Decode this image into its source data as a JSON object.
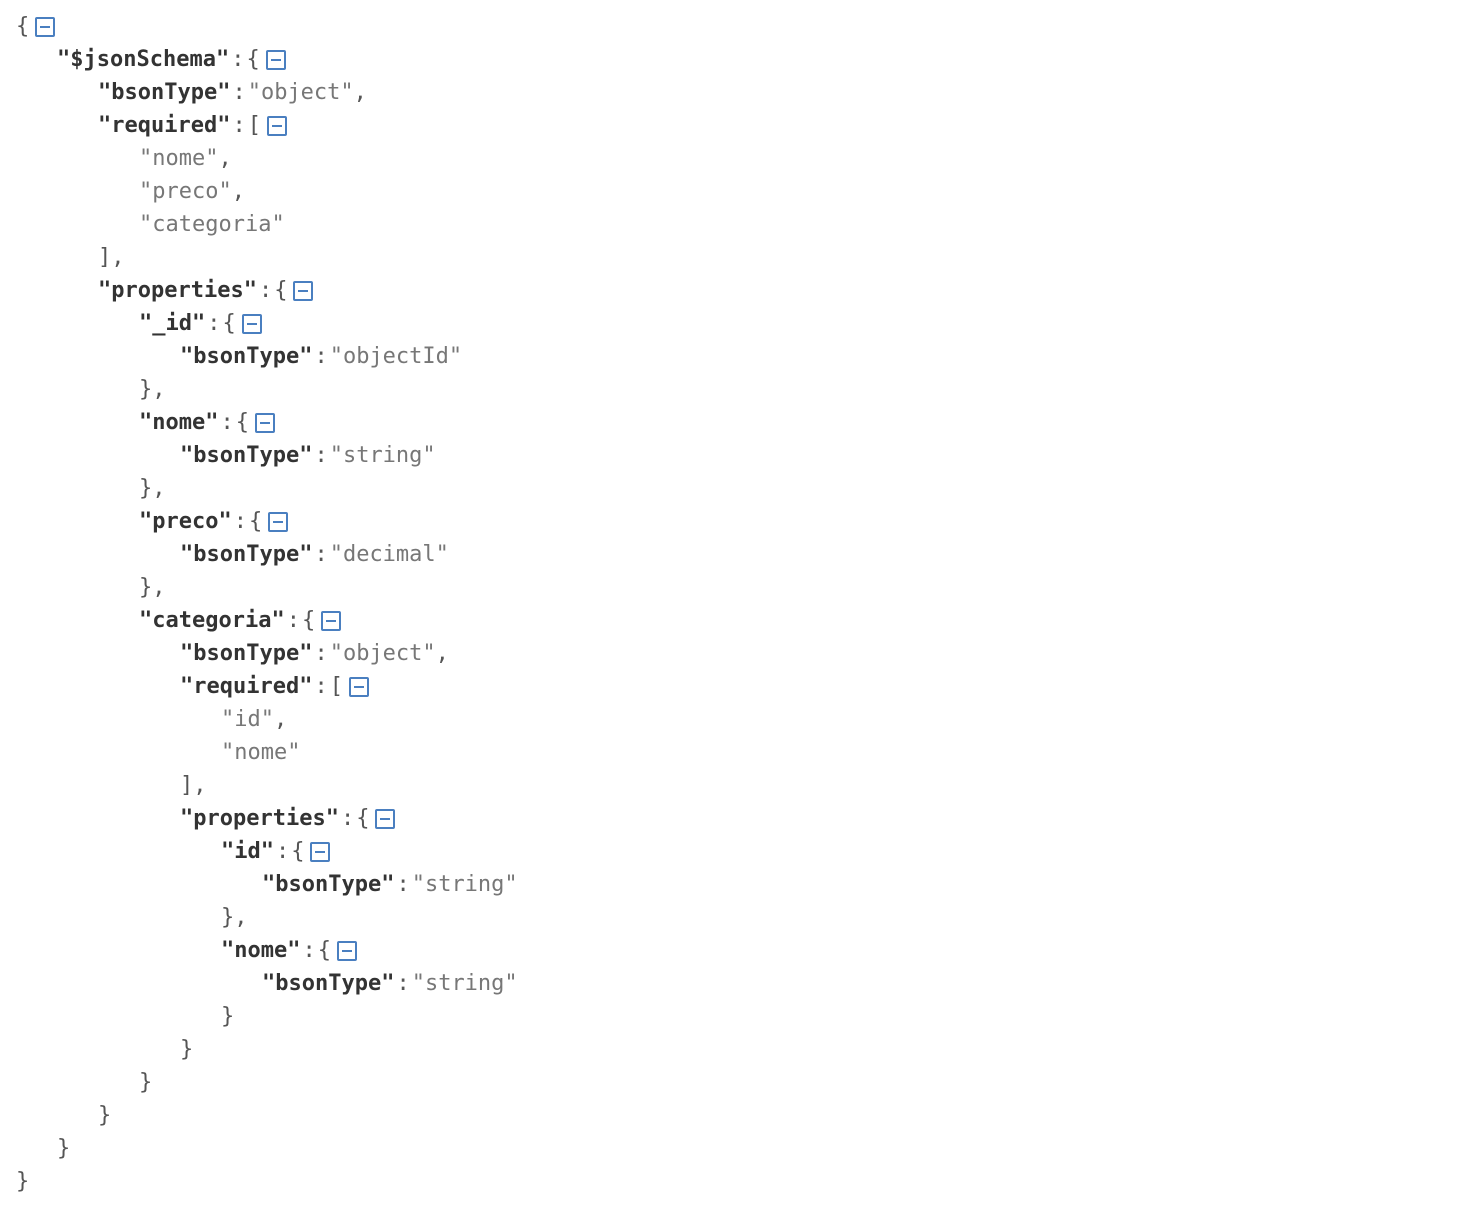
{
  "tree": {
    "lines": [
      {
        "indent": 0,
        "open": "{",
        "toggle": true
      },
      {
        "indent": 1,
        "key": "\"$jsonSchema\"",
        "open": "{",
        "toggle": true
      },
      {
        "indent": 2,
        "key": "\"bsonType\"",
        "value": "\"object\"",
        "comma": ","
      },
      {
        "indent": 2,
        "key": "\"required\"",
        "open": "[",
        "toggle": true
      },
      {
        "indent": 3,
        "value": "\"nome\"",
        "comma": ","
      },
      {
        "indent": 3,
        "value": "\"preco\"",
        "comma": ","
      },
      {
        "indent": 3,
        "value": "\"categoria\""
      },
      {
        "indent": 2,
        "close": "]",
        "comma": ","
      },
      {
        "indent": 2,
        "key": "\"properties\"",
        "open": "{",
        "toggle": true
      },
      {
        "indent": 3,
        "key": "\"_id\"",
        "open": "{",
        "toggle": true
      },
      {
        "indent": 4,
        "key": "\"bsonType\"",
        "value": "\"objectId\""
      },
      {
        "indent": 3,
        "close": "}",
        "comma": ","
      },
      {
        "indent": 3,
        "key": "\"nome\"",
        "open": "{",
        "toggle": true
      },
      {
        "indent": 4,
        "key": "\"bsonType\"",
        "value": "\"string\""
      },
      {
        "indent": 3,
        "close": "}",
        "comma": ","
      },
      {
        "indent": 3,
        "key": "\"preco\"",
        "open": "{",
        "toggle": true
      },
      {
        "indent": 4,
        "key": "\"bsonType\"",
        "value": "\"decimal\""
      },
      {
        "indent": 3,
        "close": "}",
        "comma": ","
      },
      {
        "indent": 3,
        "key": "\"categoria\"",
        "open": "{",
        "toggle": true
      },
      {
        "indent": 4,
        "key": "\"bsonType\"",
        "value": "\"object\"",
        "comma": ","
      },
      {
        "indent": 4,
        "key": "\"required\"",
        "open": "[",
        "toggle": true
      },
      {
        "indent": 5,
        "value": "\"id\"",
        "comma": ","
      },
      {
        "indent": 5,
        "value": "\"nome\""
      },
      {
        "indent": 4,
        "close": "]",
        "comma": ","
      },
      {
        "indent": 4,
        "key": "\"properties\"",
        "open": "{",
        "toggle": true
      },
      {
        "indent": 5,
        "key": "\"id\"",
        "open": "{",
        "toggle": true
      },
      {
        "indent": 6,
        "key": "\"bsonType\"",
        "value": "\"string\""
      },
      {
        "indent": 5,
        "close": "}",
        "comma": ","
      },
      {
        "indent": 5,
        "key": "\"nome\"",
        "open": "{",
        "toggle": true
      },
      {
        "indent": 6,
        "key": "\"bsonType\"",
        "value": "\"string\""
      },
      {
        "indent": 5,
        "close": "}"
      },
      {
        "indent": 4,
        "close": "}"
      },
      {
        "indent": 3,
        "close": "}"
      },
      {
        "indent": 2,
        "close": "}"
      },
      {
        "indent": 1,
        "close": "}"
      },
      {
        "indent": 0,
        "close": "}"
      }
    ]
  },
  "icons": {
    "toggle": "collapse-icon"
  },
  "colors": {
    "toggle": "#4a7fc0",
    "key": "#333333",
    "value": "#777777",
    "punctuation": "#555555"
  }
}
